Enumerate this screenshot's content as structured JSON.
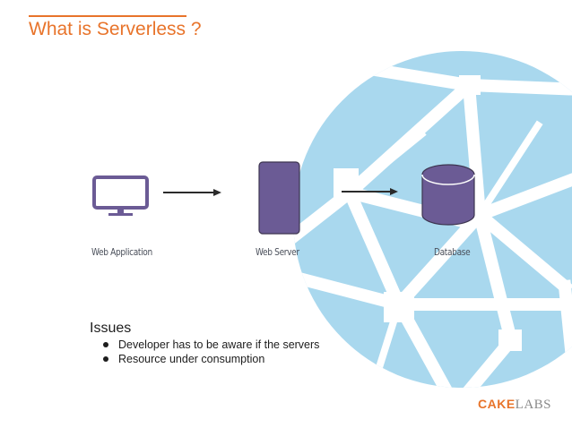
{
  "slide": {
    "title": "What is Serverless ?"
  },
  "diagram": {
    "nodes": [
      {
        "id": "web-application",
        "label": "Web Application",
        "icon": "monitor-icon"
      },
      {
        "id": "web-server",
        "label": "Web Server",
        "icon": "server-icon"
      },
      {
        "id": "database",
        "label": "Database",
        "icon": "database-icon"
      }
    ],
    "edges": [
      {
        "from": "web-application",
        "to": "web-server"
      },
      {
        "from": "web-server",
        "to": "database"
      }
    ],
    "background": "network-globe",
    "colors": {
      "node_fill": "#6b5b95",
      "globe": "#a9d8ee",
      "accent": "#e8742b"
    }
  },
  "issues": {
    "title": "Issues",
    "items": [
      "Developer has to be aware if the servers",
      "Resource under consumption"
    ]
  },
  "logo": {
    "cake": "CAKE",
    "labs": "LABS"
  }
}
